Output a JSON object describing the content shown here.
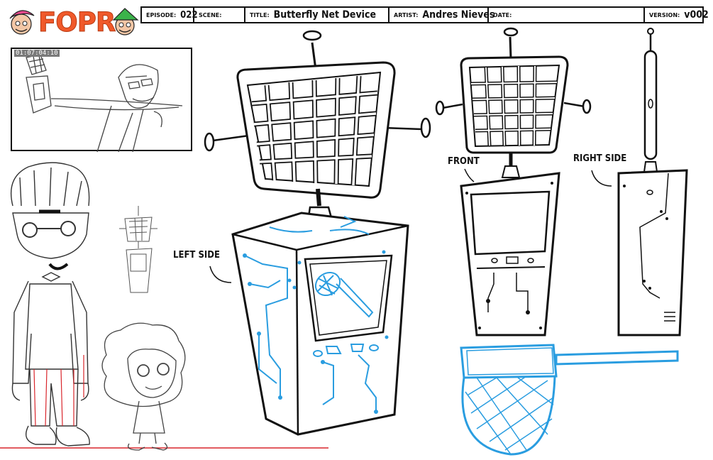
{
  "logo": {
    "text": "FOPR"
  },
  "header": {
    "episode_label": "EPISODE:",
    "episode_value": "022",
    "scene_label": "SCENE:",
    "scene_value": "",
    "title_label": "TITLE:",
    "title_value": "Butterfly Net Device",
    "artist_label": "ARTIST:",
    "artist_value": "Andres Nieves",
    "date_label": "DATE:",
    "date_value": "",
    "version_label": "VERSION:",
    "version_value": "v002"
  },
  "thumbnail": {
    "timecode": "01:07:04:10"
  },
  "labels": {
    "left_side": "LEFT SIDE",
    "front": "FRONT",
    "right_side": "RIGHT SIDE"
  },
  "colors": {
    "logo_orange": "#f0592a",
    "blue_lines": "#2a9de0",
    "red_guide": "#d9262c",
    "ink": "#111111"
  }
}
